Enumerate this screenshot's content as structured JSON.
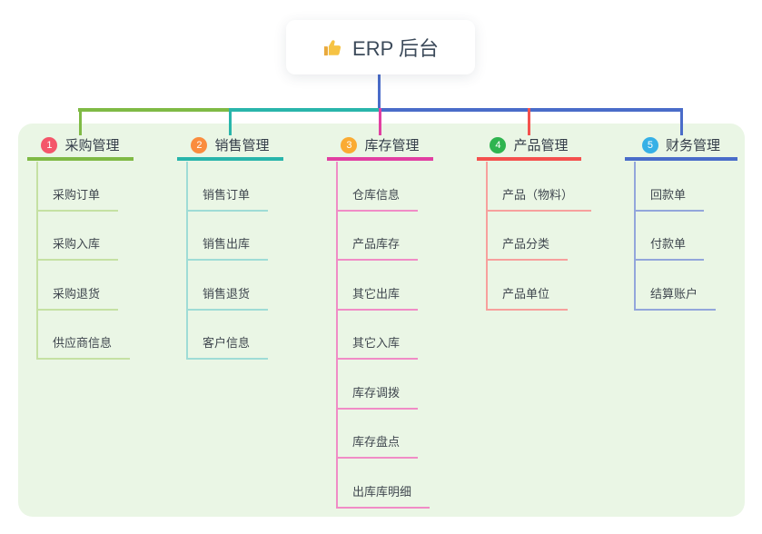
{
  "root": {
    "title": "ERP 后台",
    "icon": "thumbs-up-icon",
    "icon_color": "#f6c344"
  },
  "canvas": {
    "panel_bg": "#eaf6e5",
    "root_connector_color": "#4a6cc9",
    "background": "#ffffff"
  },
  "branches": [
    {
      "badge": "1",
      "badge_color": "#f4566a",
      "label": "采购管理",
      "line_color": "#7fba45",
      "item_line_color": "#c5e1a3",
      "items": [
        "采购订单",
        "采购入库",
        "采购退货",
        "供应商信息"
      ]
    },
    {
      "badge": "2",
      "badge_color": "#fa8c3e",
      "label": "销售管理",
      "line_color": "#29b5ab",
      "item_line_color": "#9fdcd6",
      "items": [
        "销售订单",
        "销售出库",
        "销售退货",
        "客户信息"
      ]
    },
    {
      "badge": "3",
      "badge_color": "#faab33",
      "label": "库存管理",
      "line_color": "#e13fa2",
      "item_line_color": "#f08cc6",
      "items": [
        "仓库信息",
        "产品库存",
        "其它出库",
        "其它入库",
        "库存调拨",
        "库存盘点",
        "出库库明细"
      ]
    },
    {
      "badge": "4",
      "badge_color": "#2fb44f",
      "label": "产品管理",
      "line_color": "#f4514e",
      "item_line_color": "#f7a09d",
      "items": [
        "产品（物料）",
        "产品分类",
        "产品单位"
      ]
    },
    {
      "badge": "5",
      "badge_color": "#36b0e6",
      "label": "财务管理",
      "line_color": "#4a6cc9",
      "item_line_color": "#93a6db",
      "items": [
        "回款单",
        "付款单",
        "结算账户"
      ]
    }
  ]
}
